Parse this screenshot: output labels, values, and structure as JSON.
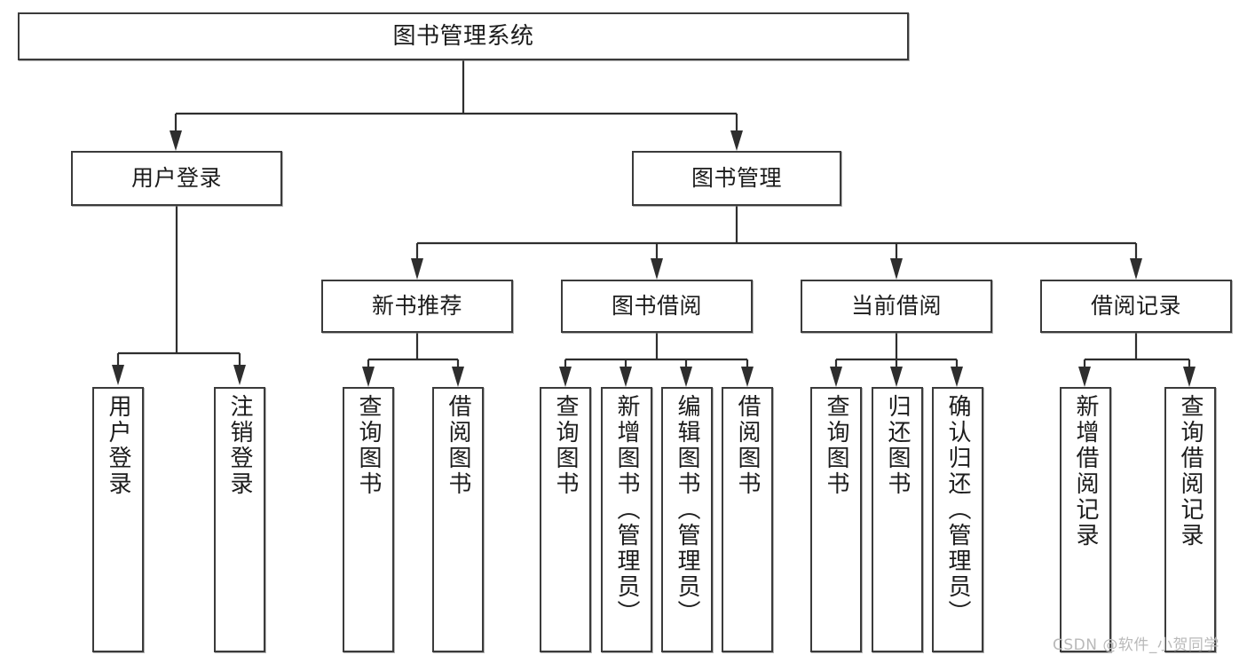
{
  "diagram": {
    "title": "图书管理系统",
    "root": {
      "label": "图书管理系统"
    },
    "level2": [
      {
        "label": "用户登录"
      },
      {
        "label": "图书管理"
      }
    ],
    "level3": [
      {
        "label": "新书推荐"
      },
      {
        "label": "图书借阅"
      },
      {
        "label": "当前借阅"
      },
      {
        "label": "借阅记录"
      }
    ],
    "leaves": {
      "user_login": [
        {
          "label": "用户登录"
        },
        {
          "label": "注销登录"
        }
      ],
      "new_book_recommend": [
        {
          "label": "查询图书"
        },
        {
          "label": "借阅图书"
        }
      ],
      "book_borrow": [
        {
          "label": "查询图书"
        },
        {
          "label": "新增图书（管理员）"
        },
        {
          "label": "编辑图书（管理员）"
        },
        {
          "label": "借阅图书"
        }
      ],
      "current_borrow": [
        {
          "label": "查询图书"
        },
        {
          "label": "归还图书"
        },
        {
          "label": "确认归还（管理员）"
        }
      ],
      "borrow_record": [
        {
          "label": "新增借阅记录"
        },
        {
          "label": "查询借阅记录"
        }
      ]
    }
  },
  "watermark": {
    "text": "CSDN @软件_小贺同学"
  },
  "colors": {
    "box_border": "#3b3b3b",
    "line": "#2e2e2e",
    "background": "#ffffff",
    "text": "#1c1c1c",
    "watermark": "#b9b9b9"
  }
}
